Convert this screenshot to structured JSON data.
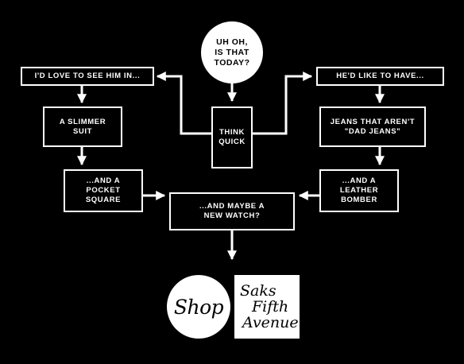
{
  "nodes": {
    "start": "UH OH,\nIS THAT\nTODAY?",
    "think": "THINK\nQUICK",
    "left_header": "I'D LOVE TO SEE HIM IN...",
    "left_item1": "A SLIMMER\nSUIT",
    "left_item2": "...AND A\nPOCKET\nSQUARE",
    "right_header": "HE'D LIKE TO HAVE...",
    "right_item1": "JEANS THAT AREN'T\n\"DAD JEANS\"",
    "right_item2": "...AND A\nLEATHER\nBOMBER",
    "center": "...AND MAYBE A\nNEW WATCH?"
  },
  "logos": {
    "shop": "Shop",
    "saks_line1": "Saks",
    "saks_line2": "Fifth",
    "saks_line3": "Avenue"
  },
  "colors": {
    "background": "#000000",
    "foreground": "#ffffff"
  }
}
